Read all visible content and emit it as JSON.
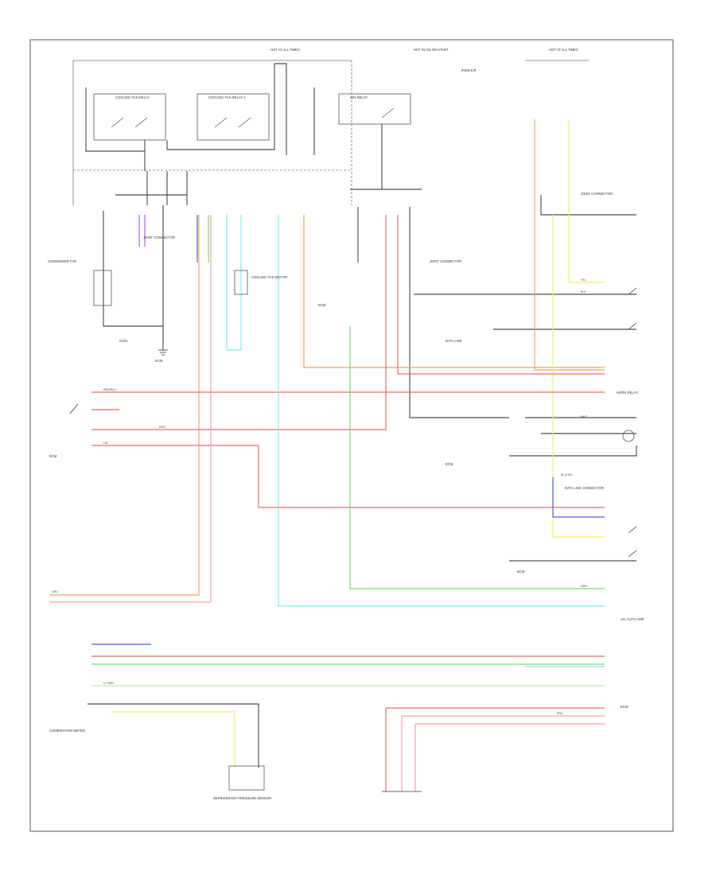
{
  "diagram": {
    "title": "",
    "footer": "",
    "wire_colors": {
      "black": "#222222",
      "red": "#f06b6b",
      "pink": "#f6a0a8",
      "orange": "#f5a45c",
      "yellow": "#f2ee6a",
      "green": "#74e06a",
      "lightgreen": "#b8f0a8",
      "cyan": "#78eef2",
      "blue": "#4b5cf0",
      "purple": "#b25cf0",
      "gray": "#888888"
    },
    "labels": {
      "top_fuse_left": "HOT AT ALL TIMES",
      "top_fuse_mid": "HOT IN ON OR START",
      "top_fuse_right": "HOT AT ALL TIMES",
      "relay_left": "COOLING FAN RELAY",
      "relay_mid": "COOLING FAN RELAY 2",
      "relay_right": "IGN RELAY",
      "ipdm_right": "IPDM E/R",
      "joint_connector_left": "JOINT CONNECTOR",
      "cooling_fan_motor": "COOLING FAN MOTOR",
      "condenser_fan": "CONDENSER FAN",
      "joint_connector_mid": "JOINT CONNECTOR",
      "joint_connector_right": "JOINT CONNECTOR",
      "ecm_left": "ECM",
      "ground_left": "G201",
      "ecm_box_left": "ECM",
      "ecm_mid": "ECM",
      "horn_relay": "HORN RELAY",
      "data_link": "DATA LINK",
      "ecm_right_label": "ECM",
      "right_ctrl_1": "DATA LINK CONNECTOR",
      "right_ctrl_2": "BCM",
      "bottom_left_module": "COMBINATION METER",
      "bottom_mid_module": "REFRIGERANT PRESSURE SENSOR",
      "bottom_right_module": "A/C AUTO AMP",
      "bottom_right_2": "ECM",
      "wire_codes": [
        "RED/BLU",
        "BLK",
        "GRN",
        "WHT",
        "YEL",
        "RED",
        "ORG",
        "L/B",
        "PNK",
        "LT GRN",
        "BLU/YEL"
      ]
    }
  }
}
